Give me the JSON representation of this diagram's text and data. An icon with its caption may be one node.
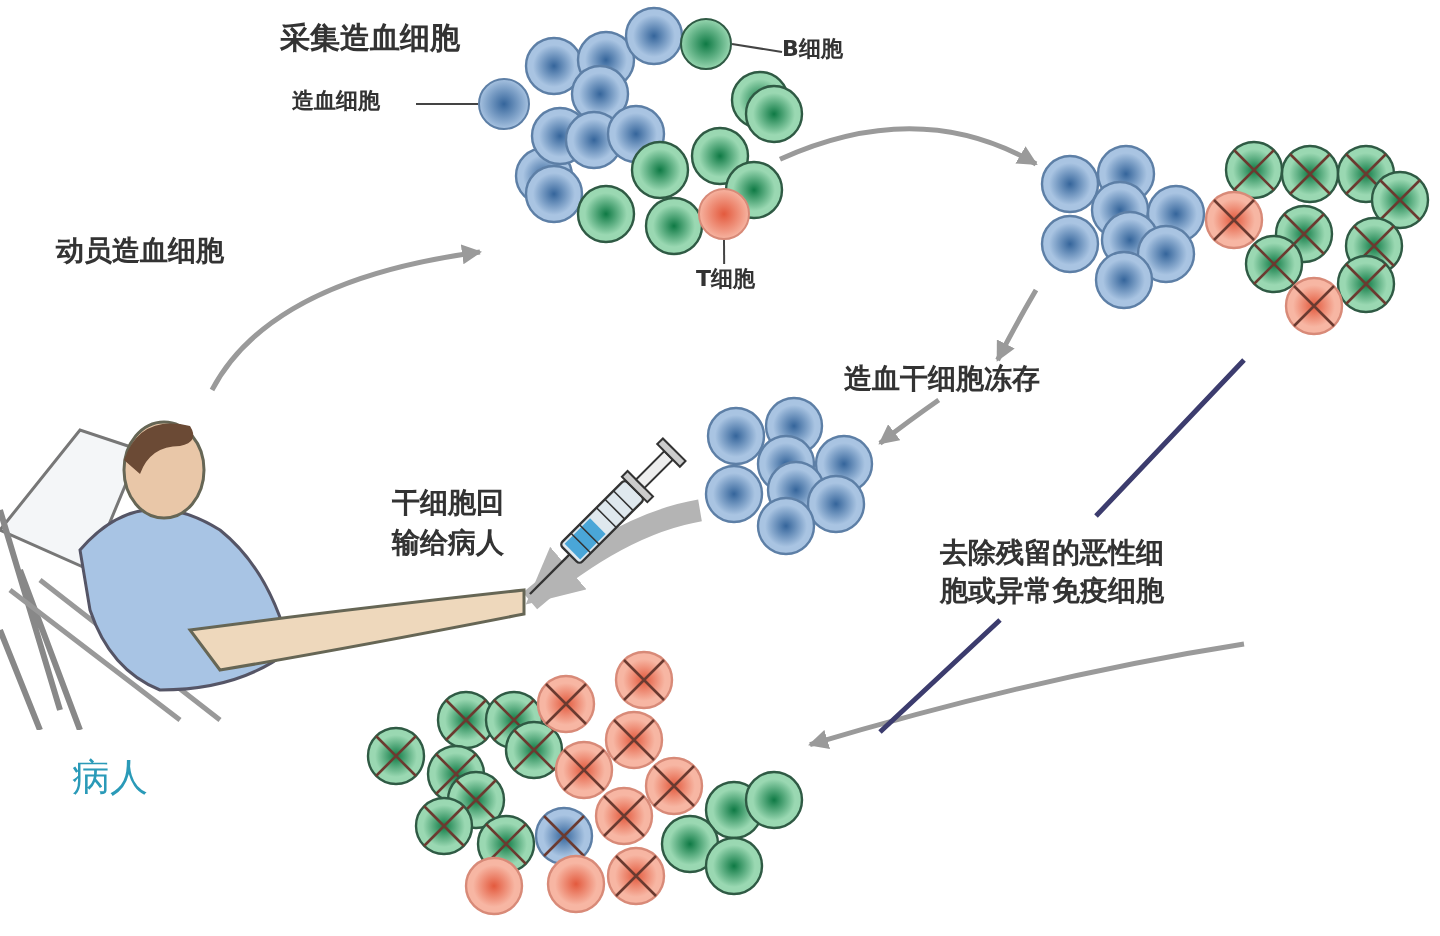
{
  "diagram": {
    "nodes": [
      {
        "text": [],
        "shape": "person",
        "beside": [
          "病人"
        ]
      },
      {
        "text": [
          "采集造血细胞"
        ]
      },
      {
        "text": [
          "造血细胞"
        ],
        "in": 1
      },
      {
        "text": [],
        "shape": "circle",
        "in": 1
      },
      {
        "text": [
          "B细胞"
        ]
      },
      {
        "text": [],
        "shape": "circle",
        "in": 1
      },
      {
        "text": [
          "T细胞"
        ]
      },
      {
        "text": [],
        "shape": "circle",
        "in": 1
      },
      {
        "text": [],
        "shape": "picture"
      },
      {
        "text": [
          "造血干细胞冻存"
        ]
      },
      {
        "text": [],
        "shape": "picture"
      },
      {
        "text": [],
        "shape": "picture"
      }
    ],
    "edges": [
      {
        "from": 0,
        "to": 1,
        "arrow": "to",
        "label": "动员造血细胞"
      },
      {
        "from": 1,
        "to": 8,
        "arrow": "to"
      },
      {
        "from": 8,
        "to": 9,
        "arrow": "to"
      },
      {
        "from": 9,
        "to": 10,
        "arrow": "to"
      },
      {
        "from": 10,
        "to": 0,
        "arrow": "to",
        "label": "干细胞回输给病人",
        "style": "thick"
      },
      {
        "from": 2,
        "to": 3,
        "arrow": "none"
      },
      {
        "from": 4,
        "to": 5,
        "arrow": "none"
      },
      {
        "from": 6,
        "to": 7,
        "arrow": "none"
      },
      {
        "from": null,
        "to": 11,
        "arrow": "to"
      }
    ],
    "labels": [
      "去除残留的恶性细胞或异常免疫细胞"
    ]
  }
}
